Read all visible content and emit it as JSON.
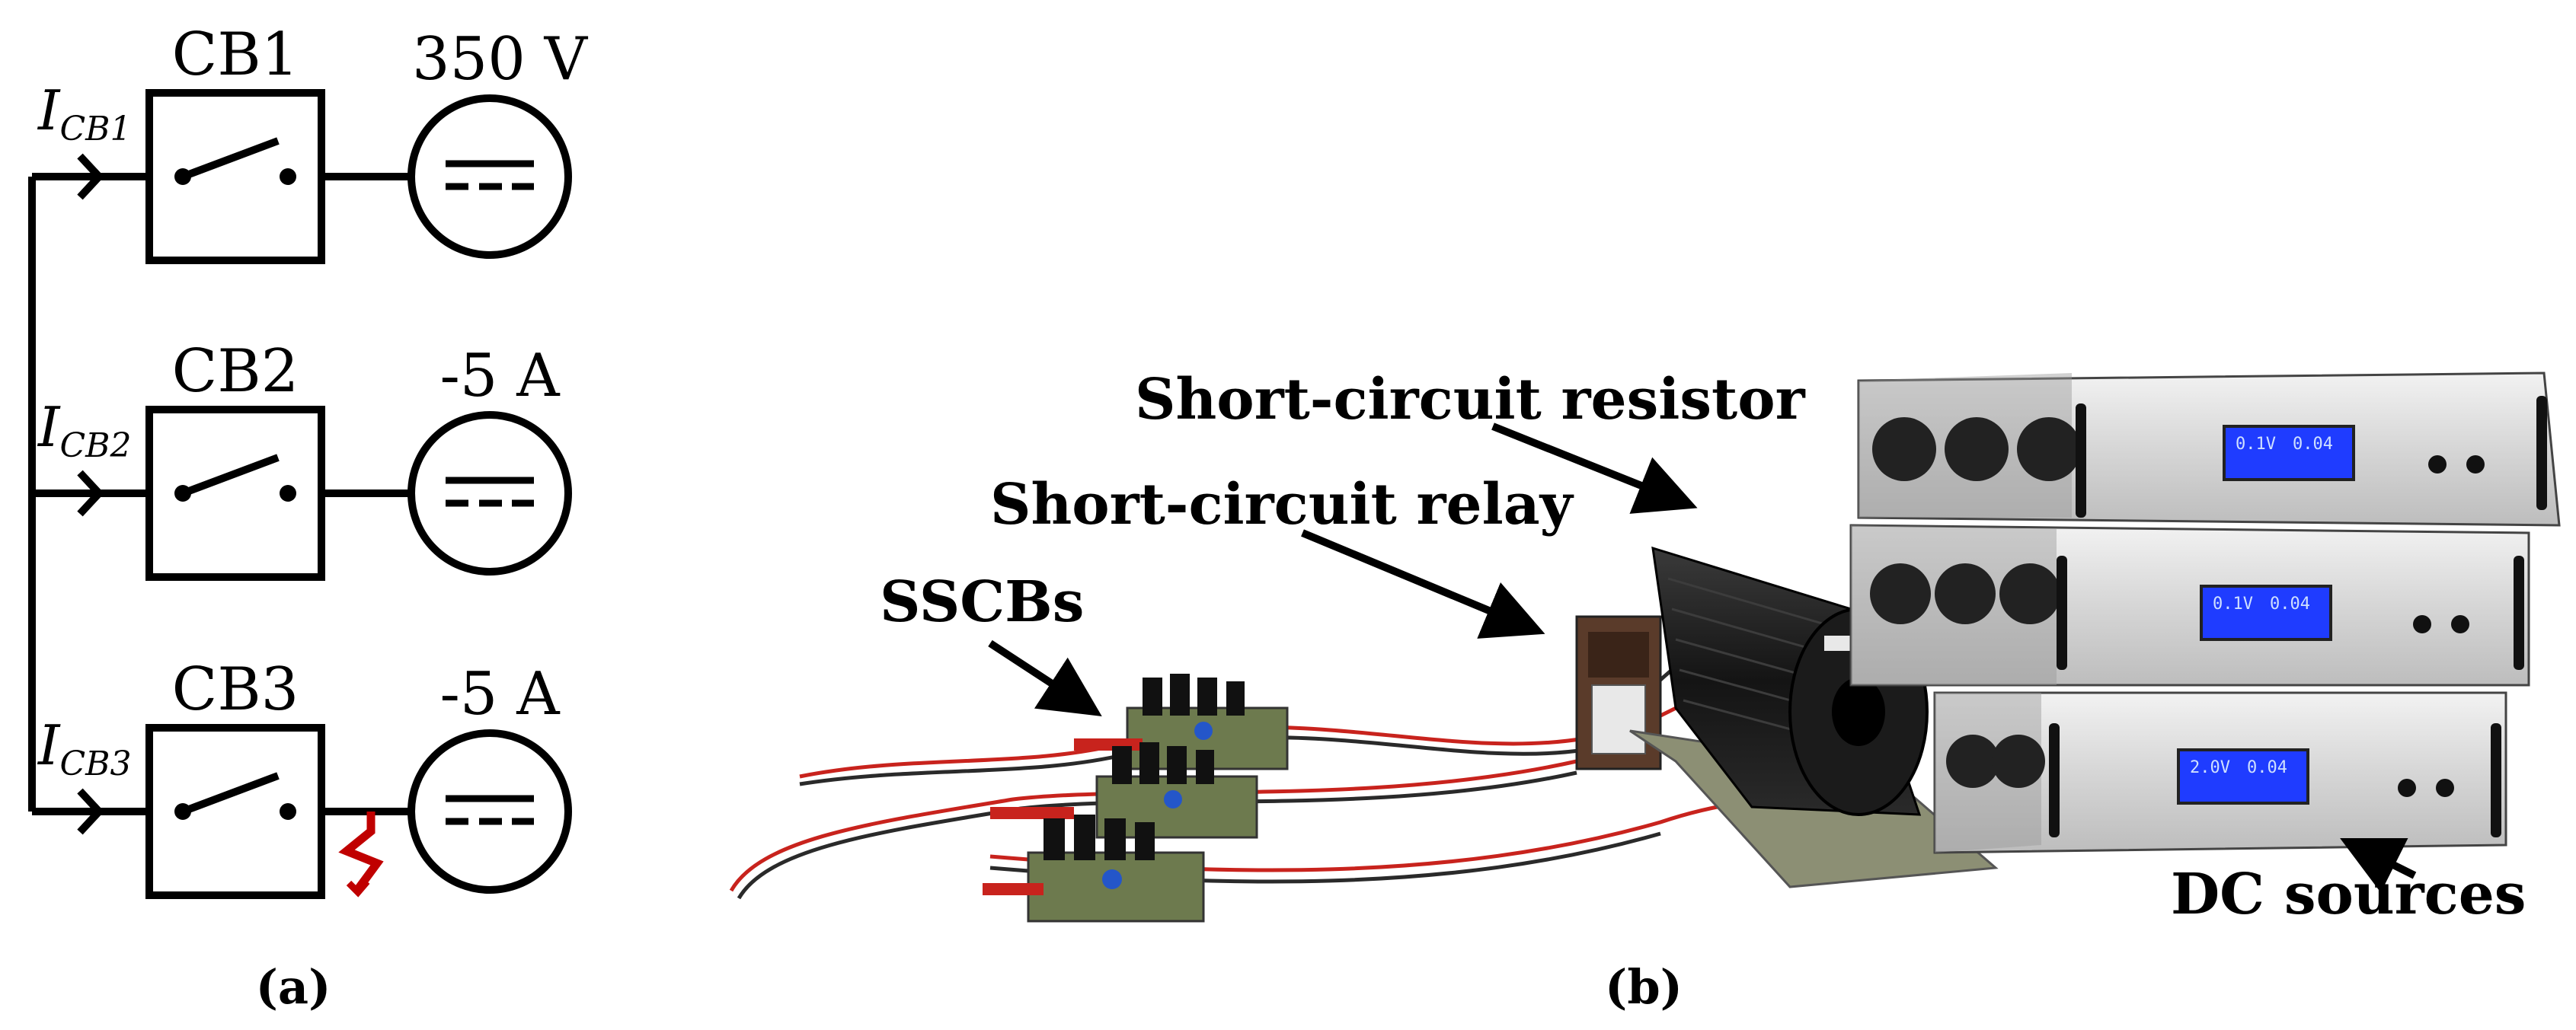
{
  "panel_a": {
    "breakers": [
      {
        "label": "CB1",
        "current": "I",
        "current_sub": "CB1",
        "source_value": "350 V"
      },
      {
        "label": "CB2",
        "current": "I",
        "current_sub": "CB2",
        "source_value": "-5 A"
      },
      {
        "label": "CB3",
        "current": "I",
        "current_sub": "CB3",
        "source_value": "-5 A"
      }
    ],
    "caption": "(a)",
    "fault_color": "#c00000"
  },
  "panel_b": {
    "annotations": {
      "resistor": "Short-circuit resistor",
      "relay": "Short-circuit relay",
      "sscbs": "SSCBs",
      "dc_sources": "DC sources"
    },
    "caption": "(b)",
    "lcd_readouts": [
      {
        "voltage": "0.1V",
        "current": "0.04"
      },
      {
        "voltage": "0.1V",
        "current": "0.04"
      },
      {
        "voltage": "2.0V",
        "current": "0.04"
      }
    ],
    "colors": {
      "lcd": "#1f3cff",
      "chassis": "#d9d9d9",
      "resistor": "#1a1a1a",
      "wire_red": "#c8231d"
    }
  }
}
